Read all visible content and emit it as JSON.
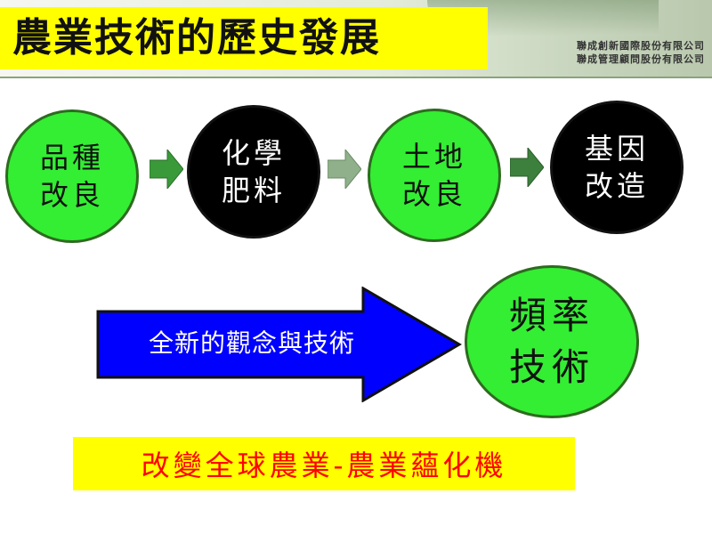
{
  "title": "農業技術的歷史發展",
  "company": {
    "line1": "聯成創新國際股份有限公司",
    "line2": "聯成管理顧問股份有限公司"
  },
  "stages": [
    {
      "line1": "品種",
      "line2": "改良"
    },
    {
      "line1": "化學",
      "line2": "肥料"
    },
    {
      "line1": "土地",
      "line2": "改良"
    },
    {
      "line1": "基因",
      "line2": "改造"
    }
  ],
  "big_arrow_label": "全新的觀念與技術",
  "result": {
    "line1": "頻率",
    "line2": "技術"
  },
  "bottom_banner": "改變全球農業-農業蘊化機",
  "colors": {
    "title_bg": "#ffff00",
    "green_circle": "#33ee33",
    "black_circle": "#000000",
    "arrow_green": "#3a9a3a",
    "arrow_blue": "#0000ff",
    "bottom_text": "#ff0000"
  }
}
